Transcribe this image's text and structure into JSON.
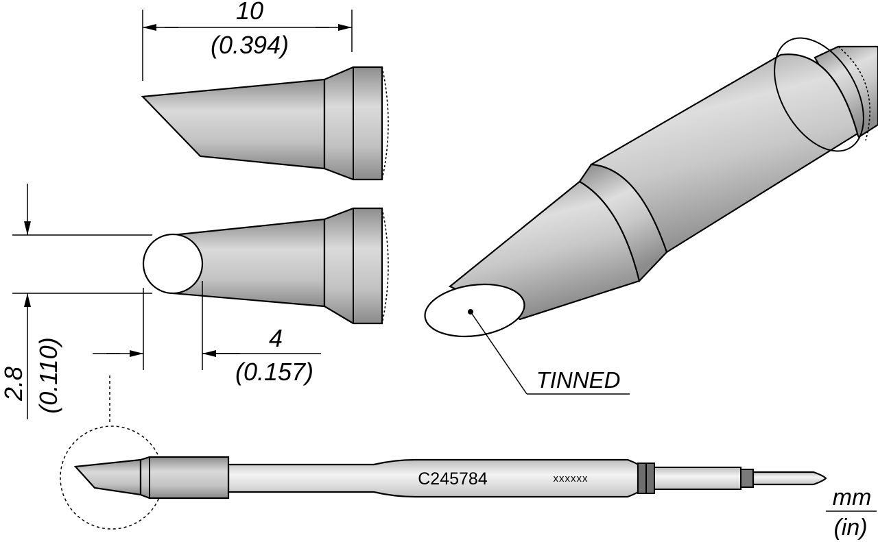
{
  "dimensions": {
    "length": {
      "value": "10",
      "inch": "(0.394)"
    },
    "width": {
      "value": "4",
      "inch": "(0.157)"
    },
    "diameter": {
      "value": "2.8",
      "inch": "(0.110)"
    }
  },
  "callout": {
    "label": "TINNED"
  },
  "tip": {
    "part_number": "C245784",
    "code": "xxxxxx"
  },
  "units": {
    "top": "mm",
    "bottom": "(in)"
  },
  "colors": {
    "metal_light": "#d2d2d2",
    "metal_dark": "#7c7c7c",
    "shaft": "#ececec",
    "line": "#000000"
  }
}
